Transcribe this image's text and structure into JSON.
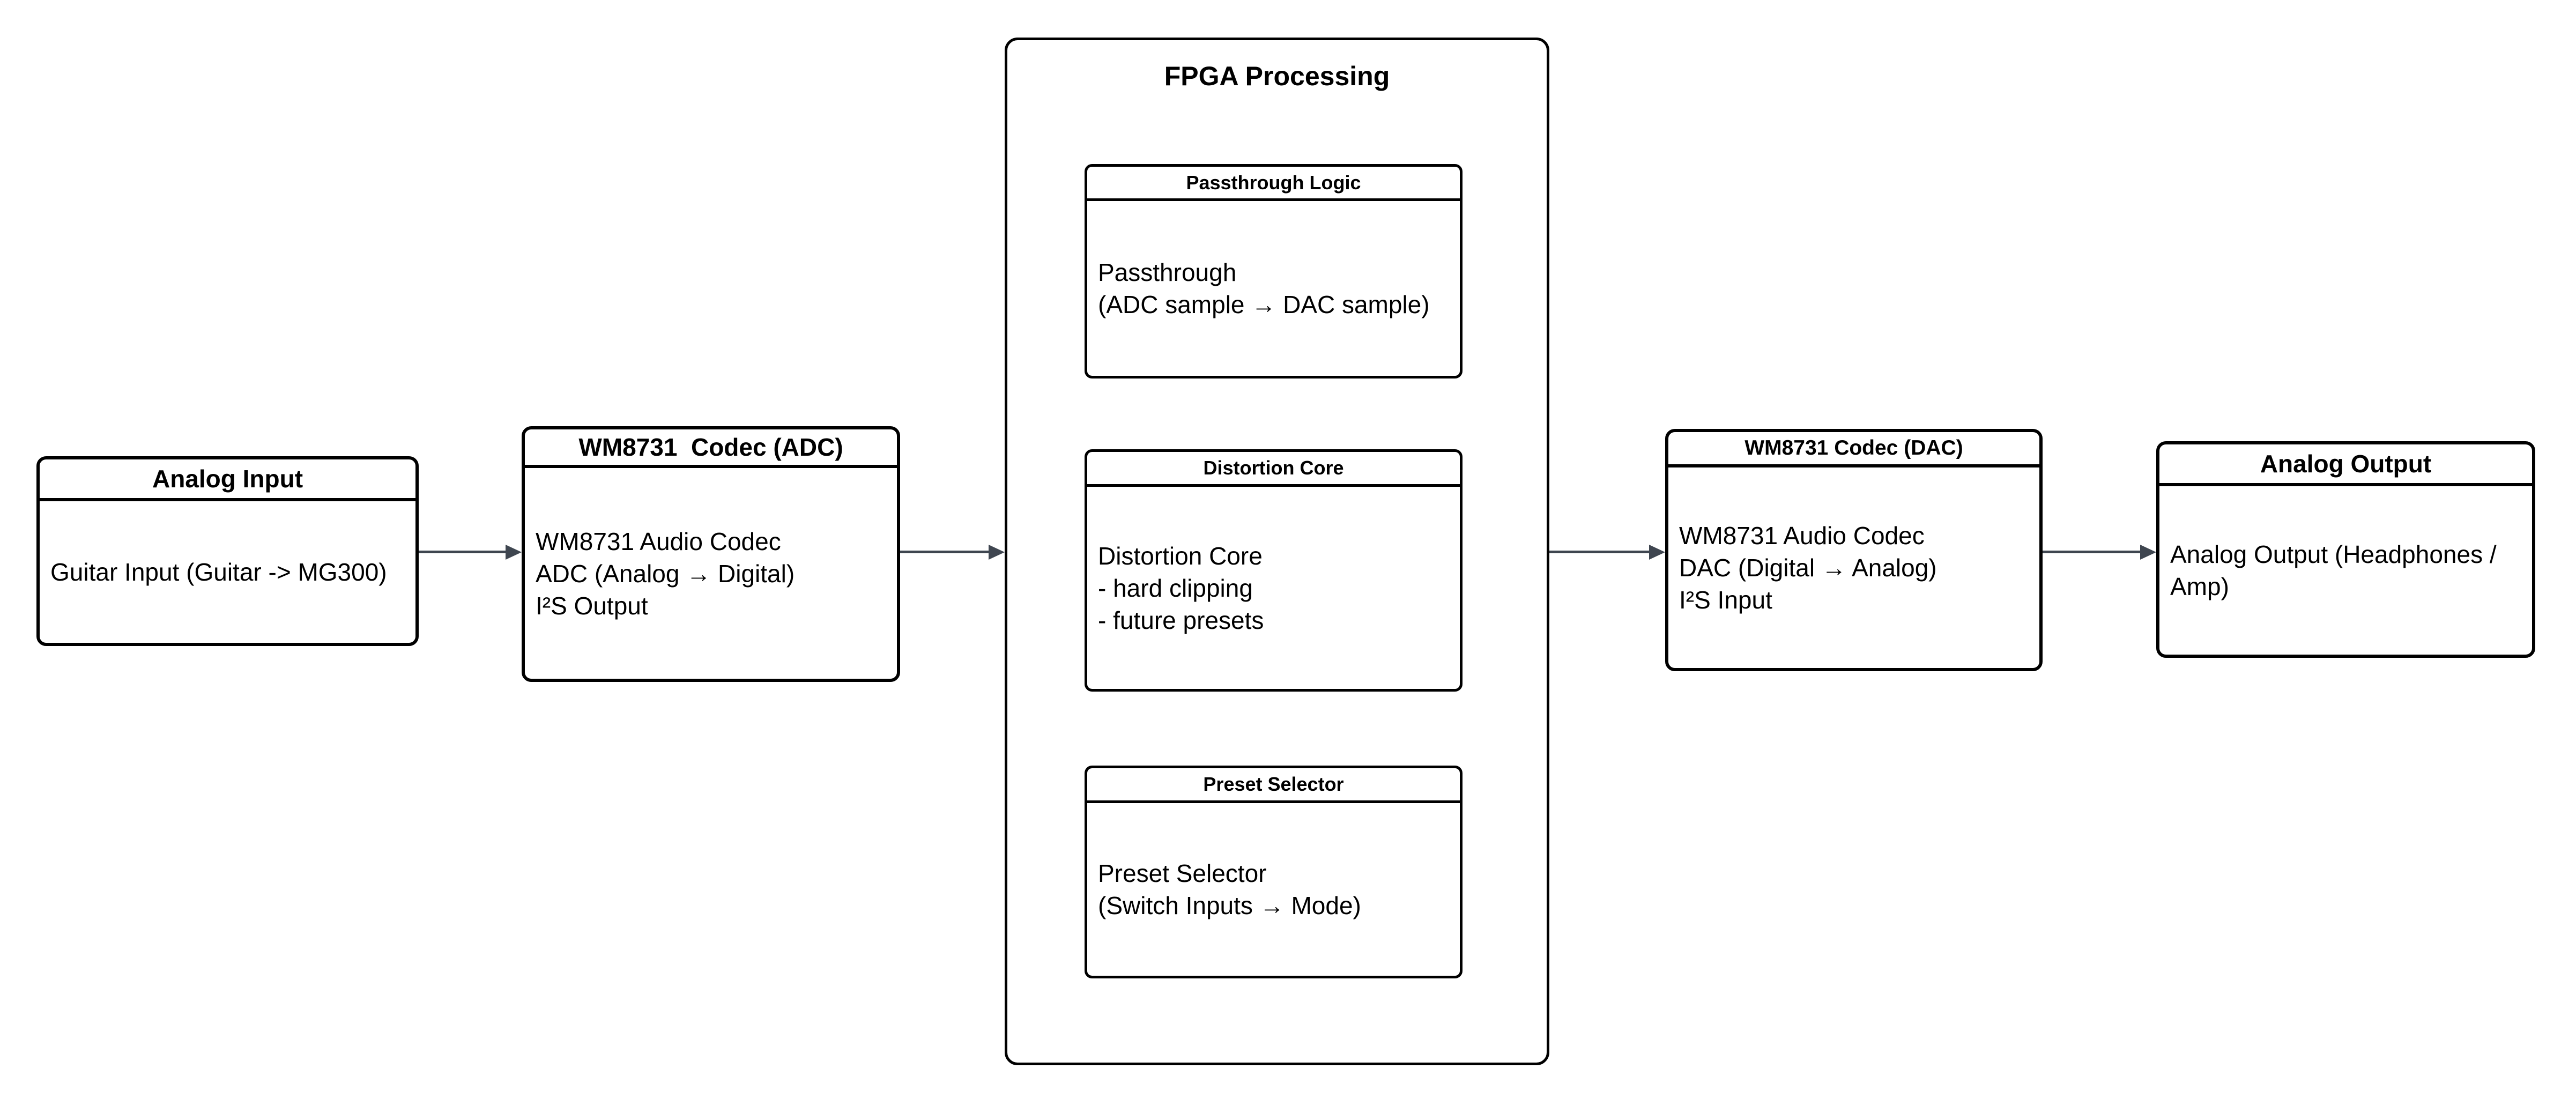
{
  "diagram": {
    "colors": {
      "background": "#ffffff",
      "border": "#000000",
      "arrow": "#3f4650"
    },
    "fpga_group": {
      "title": "FPGA Processing"
    },
    "nodes": {
      "analog_input": {
        "title": "Analog Input",
        "lines": [
          "Guitar Input (Guitar -> MG300)"
        ]
      },
      "adc": {
        "title": "WM8731  Codec (ADC)",
        "lines": [
          "WM8731 Audio Codec",
          "ADC (Analog → Digital)",
          "I²S Output"
        ]
      },
      "passthrough": {
        "title": "Passthrough Logic",
        "lines": [
          "Passthrough",
          "(ADC sample → DAC sample)"
        ]
      },
      "distortion": {
        "title": "Distortion Core",
        "lines": [
          "Distortion Core",
          "- hard clipping",
          "- future presets"
        ]
      },
      "preset": {
        "title": "Preset Selector",
        "lines": [
          "Preset Selector",
          "(Switch Inputs → Mode)"
        ]
      },
      "dac": {
        "title": "WM8731 Codec (DAC)",
        "lines": [
          "WM8731 Audio Codec",
          "DAC (Digital → Analog)",
          "I²S Input"
        ]
      },
      "analog_output": {
        "title": "Analog Output",
        "lines": [
          "Analog Output (Headphones / Amp)"
        ]
      }
    },
    "edges": [
      {
        "from": "analog_input",
        "to": "adc"
      },
      {
        "from": "adc",
        "to": "fpga_group"
      },
      {
        "from": "fpga_group",
        "to": "dac"
      },
      {
        "from": "dac",
        "to": "analog_output"
      }
    ]
  }
}
